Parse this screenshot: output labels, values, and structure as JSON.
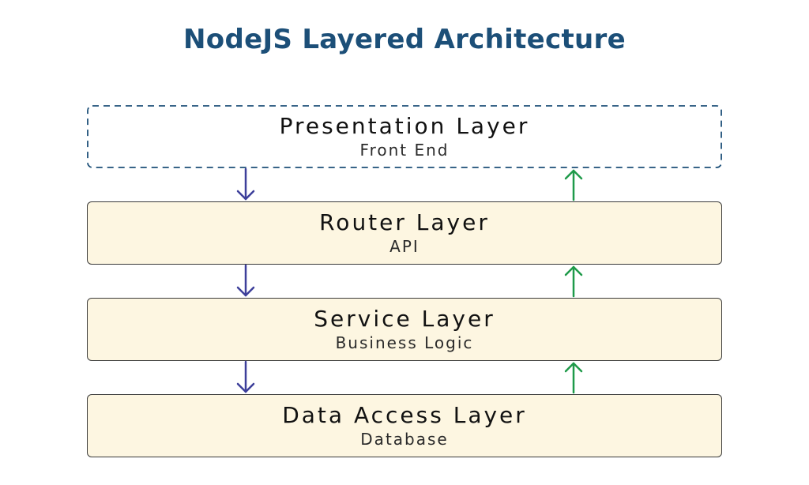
{
  "title": "NodeJS Layered Architecture",
  "colors": {
    "title": "#1c4f78",
    "layer_fill": "#fdf6e1",
    "dashed_border": "#1c4f78",
    "down_arrow": "#3d3f9a",
    "up_arrow": "#1f9a4a"
  },
  "layers": [
    {
      "name": "Presentation Layer",
      "subtitle": "Front End"
    },
    {
      "name": "Router Layer",
      "subtitle": "API"
    },
    {
      "name": "Service Layer",
      "subtitle": "Business Logic"
    },
    {
      "name": "Data Access Layer",
      "subtitle": "Database"
    }
  ]
}
